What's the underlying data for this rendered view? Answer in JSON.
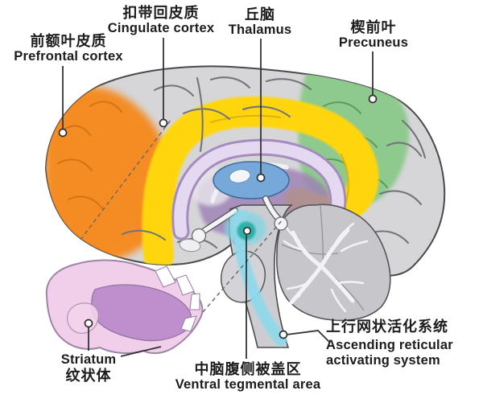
{
  "diagram": {
    "type": "sagittal-brain-annotated",
    "background": "#ffffff"
  },
  "labels": {
    "prefrontal": {
      "zh": "前额叶皮质",
      "en": "Prefrontal cortex"
    },
    "cingulate": {
      "zh": "扣带回皮质",
      "en": "Cingulate cortex"
    },
    "thalamus": {
      "zh": "丘脑",
      "en": "Thalamus"
    },
    "precuneus": {
      "zh": "楔前叶",
      "en": "Precuneus"
    },
    "striatum": {
      "en": "Striatum",
      "zh": "纹状体"
    },
    "vta": {
      "zh": "中脑腹侧被盖区",
      "en": "Ventral tegmental area"
    },
    "aras": {
      "zh": "上行网状活化系统",
      "en_line1": "Ascending reticular",
      "en_line2": "activating system"
    }
  },
  "colors": {
    "brain_gray": "#D6D6D9",
    "outline": "#4A4A4E",
    "prefrontal": "#F6891E",
    "cingulate": "#FFD60F",
    "precuneus": "#8CC98C",
    "thalamus": "#76A9D9",
    "corpus_callosum": "#E4D9F0",
    "deep_purple": "#9C7FB5",
    "aras_stripe": "#8FD9EB",
    "vta": "#2AAFA3",
    "striatum_outer": "#F1CEEA",
    "striatum_inner": "#BC8CCB"
  }
}
